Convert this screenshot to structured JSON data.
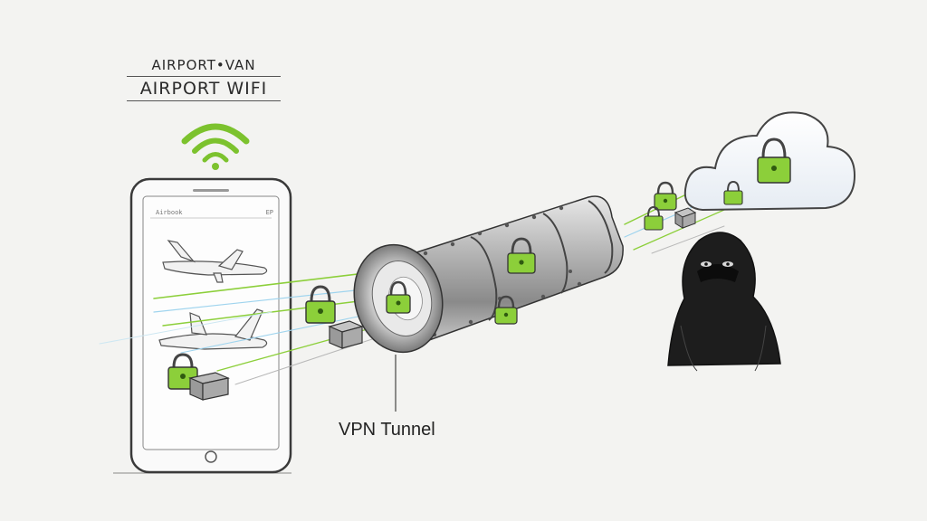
{
  "header": {
    "title": "AIRPORT•VAN",
    "subtitle": "AIRPORT WIFI"
  },
  "phone": {
    "status_left": "Airbook",
    "status_right": "EP"
  },
  "tunnel": {
    "label": "VPN Tunnel"
  },
  "colors": {
    "accent_green": "#8ccf3a",
    "sketch_ink": "#333333",
    "hacker_black": "#1a1a1a",
    "background": "#f3f3f1"
  },
  "icons": [
    "wifi-icon",
    "phone-icon",
    "airplane-icon",
    "padlock-icon",
    "data-box-icon",
    "cloud-icon",
    "hacker-figure"
  ]
}
